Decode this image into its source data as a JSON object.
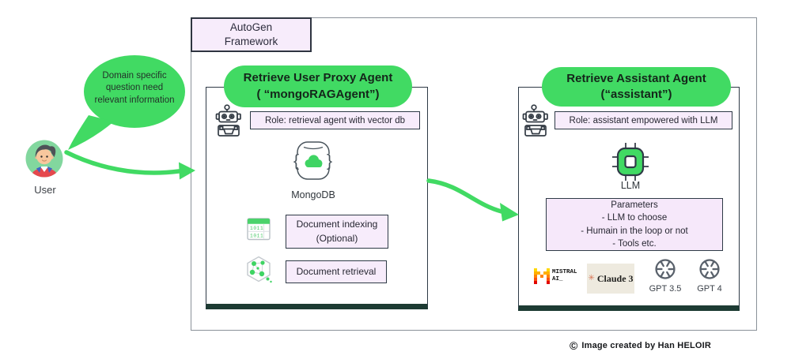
{
  "colors": {
    "accent_green": "#41da63",
    "avatar_green": "#82d79e",
    "lavender_box": "#f7ecfb",
    "box_border_dark": "#2e3a46",
    "box_footer_dark": "#1d3b33",
    "outer_border_gray": "#8a9199",
    "claude_badge_bg": "#eeeadf",
    "claude_mark_color": "#d97757"
  },
  "user": {
    "label": "User",
    "bubble_lines": [
      "Domain specific",
      "question need",
      "relevant information"
    ]
  },
  "framework": {
    "title_lines": [
      "AutoGen",
      "Framework"
    ]
  },
  "proxy_agent": {
    "title_lines": [
      "Retrieve User Proxy Agent",
      "( “mongoRAGAgent”)"
    ],
    "role": "Role: retrieval agent with vector db",
    "database_label": "MongoDB",
    "indexing_lines": [
      "Document indexing",
      "(Optional)"
    ],
    "retrieval_label": "Document retrieval"
  },
  "assistant_agent": {
    "title_lines": [
      "Retrieve Assistant Agent",
      "(“assistant”)"
    ],
    "role": "Role: assistant empowered with LLM",
    "chip_label": "LLM",
    "parameters_lines": [
      "Parameters",
      "- LLM to choose",
      "- Humain in the loop or not",
      "- Tools etc."
    ],
    "providers": {
      "mistral_lines": [
        "MISTRAL",
        "AI_"
      ],
      "claude_mark": "✳",
      "claude_label": "Claude 3",
      "gpt35_label": "GPT 3.5",
      "gpt4_label": "GPT 4"
    }
  },
  "attribution": {
    "symbol": "©",
    "text": "Image created by Han HELOIR"
  }
}
